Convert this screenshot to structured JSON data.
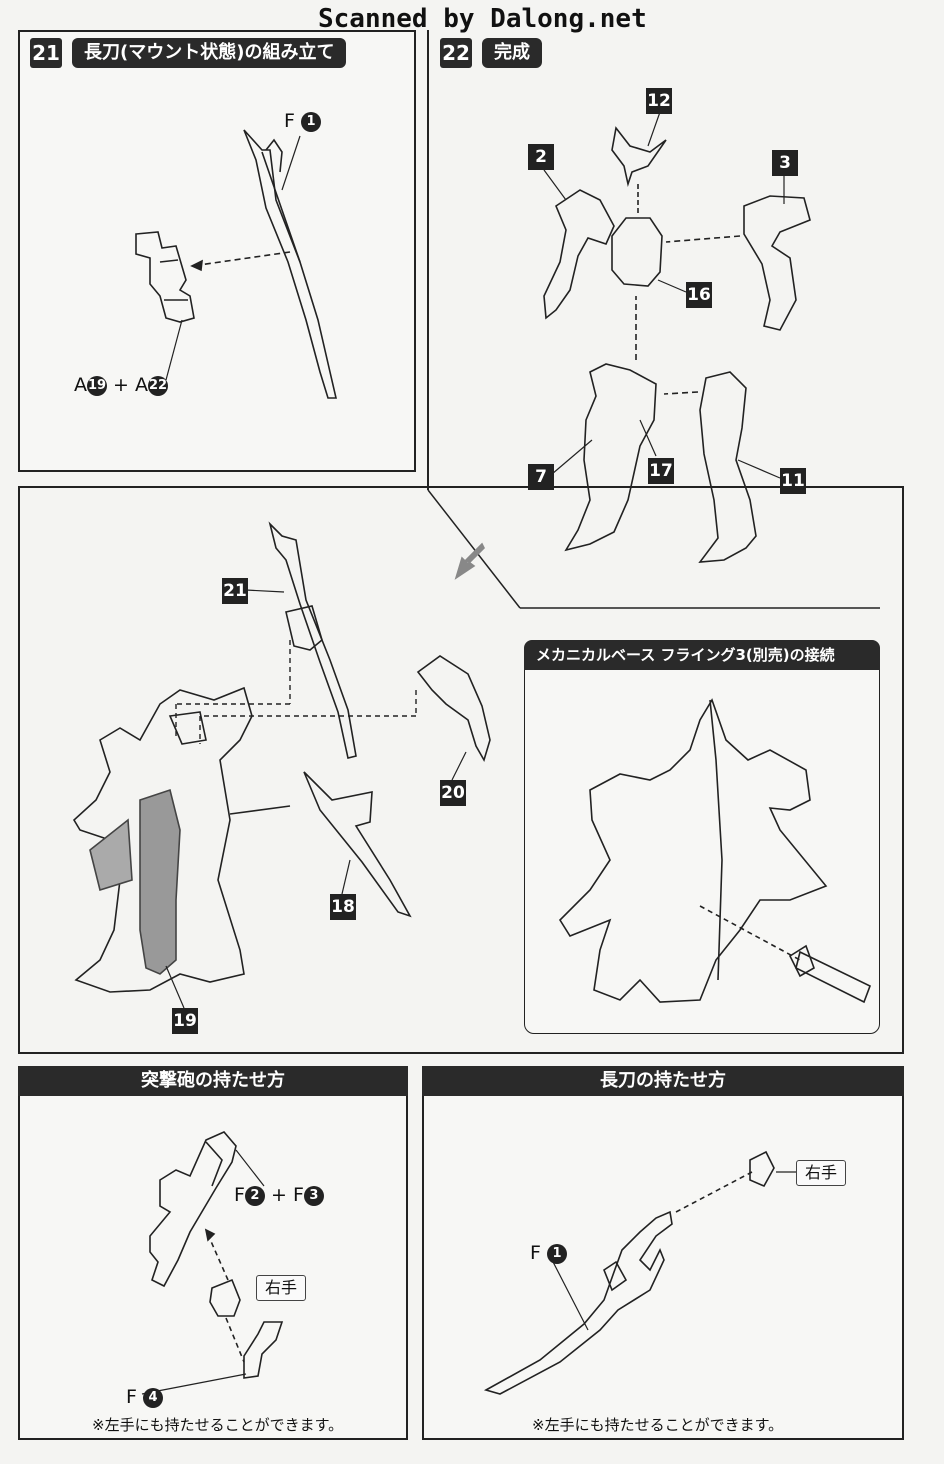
{
  "watermark": "Scanned by Dalong.net",
  "step21": {
    "num": "21",
    "title": "長刀(マウント状態)の組み立て",
    "label_f1": "F",
    "label_a": "A",
    "plus": "+",
    "label_a2": "A",
    "circ1": "1",
    "circ19": "19",
    "circ22": "22"
  },
  "step22": {
    "num": "22",
    "title": "完成",
    "parts": [
      "12",
      "2",
      "3",
      "16",
      "7",
      "17",
      "11"
    ]
  },
  "assembly": {
    "parts": [
      "21",
      "20",
      "18",
      "19"
    ]
  },
  "mechanical_base": {
    "title": "メカニカルベース フライング3(別売)の接続"
  },
  "cannon": {
    "title": "突撃砲の持たせ方",
    "f": "F",
    "circ2": "2",
    "plus": "+",
    "f2": "F",
    "circ3": "3",
    "hand": "右手",
    "f4": "F",
    "circ4": "4",
    "note": "※左手にも持たせることができます。"
  },
  "sword": {
    "title": "長刀の持たせ方",
    "hand": "右手",
    "f": "F",
    "circ1": "1",
    "note": "※左手にも持たせることができます。"
  }
}
